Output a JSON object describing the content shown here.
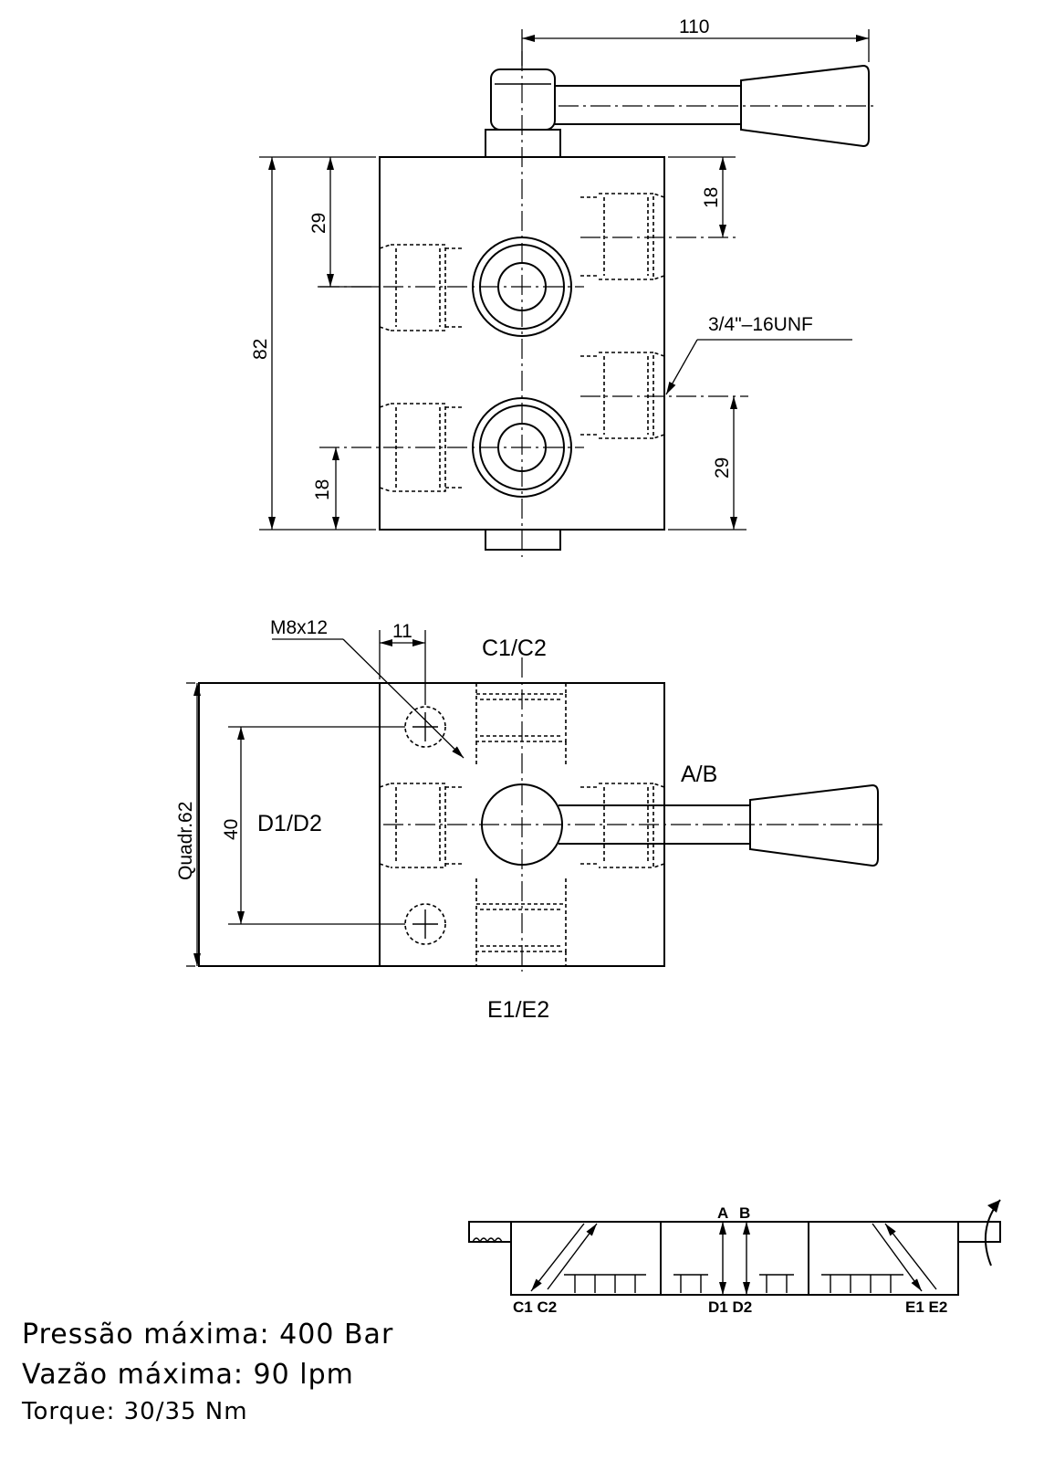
{
  "top_view": {
    "dim_width": "110",
    "dim_height": "82",
    "dim_left_upper": "29",
    "dim_left_lower": "18",
    "dim_right_upper": "18",
    "dim_right_lower": "29",
    "thread": "3/4\"–16UNF"
  },
  "front_view": {
    "bolt": "M8x12",
    "dim_bolt_offset": "11",
    "dim_square": "Quadr.62",
    "dim_bolt_spacing": "40",
    "port_top": "C1/C2",
    "port_left": "D1/D2",
    "port_right": "A/B",
    "port_bottom": "E1/E2"
  },
  "symbol": {
    "label_a": "A",
    "label_b": "B",
    "label_c": "C1 C2",
    "label_d": "D1 D2",
    "label_e": "E1 E2"
  },
  "specs": [
    "Pressão máxima:  400 Bar",
    "Vazão máxima:  90 lpm",
    "Torque:  30/35 Nm"
  ]
}
